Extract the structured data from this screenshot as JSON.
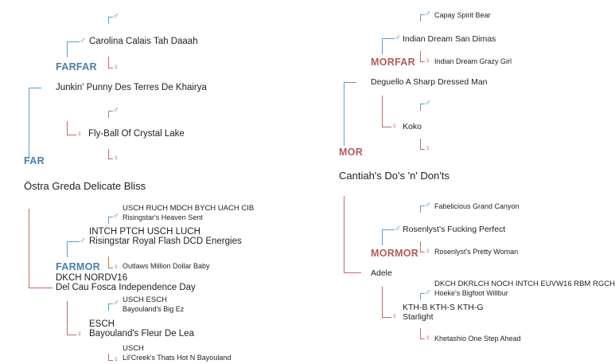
{
  "symbols": {
    "male": "♂",
    "female": "♀"
  },
  "colors": {
    "sire_line": "#5f9ec9",
    "dam_line": "#c26a6a",
    "sire_label": "#4a7fa8",
    "dam_label": "#b35a5a"
  },
  "left": {
    "root_name": "Östra Greda Delicate Bliss",
    "far": {
      "label": "FAR",
      "name": "Junkin' Punny Des Terres De Khairya",
      "farfar": {
        "label": "FARFAR",
        "name": "Carolina Calais Tah Daaah"
      },
      "farmor": {
        "name": "Fly-Ball Of Crystal Lake"
      }
    },
    "mor": {
      "title": "DKCH NORDV16",
      "name": "Del Cau Fosca Independence Day",
      "morfar": {
        "label": "FARMOR",
        "title": "INTCH PTCH USCH LUCH",
        "name": "Risingstar Royal Flash DCD Energies",
        "sire_title": "USCH RUCH MDCH BYCH UACH CIB",
        "sire_name": "Risingstar's Heaven Sent",
        "dam_name": "Outlaws Million Dollar Baby"
      },
      "mormor": {
        "title": "ESCH",
        "name": "Bayouland's Fleur De Lea",
        "sire_title": "USCH ESCH",
        "sire_name": "Bayouland's Big Ez",
        "dam_title": "USCH",
        "dam_name": "Lil'Creek's Thats Hot N Bayouland"
      }
    }
  },
  "right": {
    "root_name": "Cantiah's Do's 'n' Don'ts",
    "mor_label": "MOR",
    "far": {
      "name": "Deguello A Sharp Dressed Man",
      "morfar": {
        "label": "MORFAR",
        "name": "Indian Dream San Dimas",
        "sire_name": "Capay Spirit Bear",
        "dam_name": "Indian Dream Grazy Girl"
      },
      "mormor": {
        "name": "Koko"
      }
    },
    "mor": {
      "name": "Adele",
      "morfar": {
        "label": "MORMOR",
        "name": "Rosenlyst's Fucking Perfect",
        "sire_name": "Fabelicious Grand Canyon",
        "dam_name": "Rosenlyst's Pretty Woman"
      },
      "mormor": {
        "title": "KTH-B KTH-S KTH-G",
        "name": "Starlight",
        "sire_title": "DKCH DKRLCH NOCH INTCH EUVW16 RBM RGCH",
        "sire_name": "Hoeke's Bigfoot Willbur",
        "dam_name": "Khetashio One Step Ahead"
      }
    }
  }
}
